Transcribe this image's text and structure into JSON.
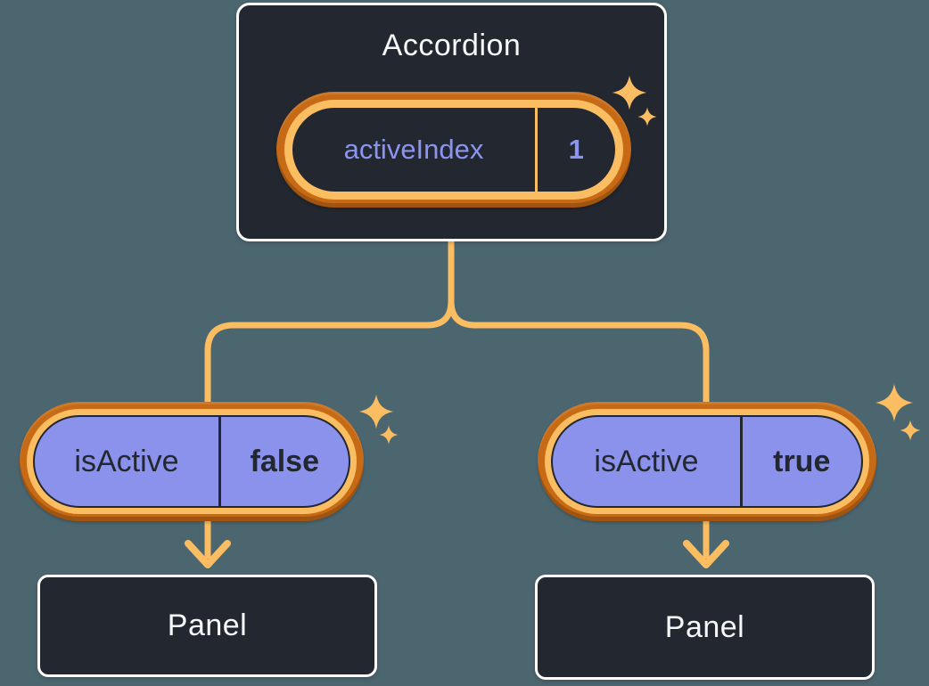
{
  "colors": {
    "bg": "#4c6670",
    "node_fill": "#23272f",
    "node_border": "#ffffff",
    "ring_outer": "#c76a15",
    "ring_inner": "#fabd62",
    "connector": "#fabd62",
    "pill_fill": "#8b92ec",
    "pill_outline": "#23272f",
    "sparkle": "#fabd62",
    "text_light": "#f6f7f9",
    "text_dark": "#23272f",
    "text_purple": "#8b94f0"
  },
  "icons": {
    "sparkle": "sparkles-icon (two four-point stars)",
    "arrow": "arrow-down-icon"
  },
  "tree": {
    "root": {
      "title": "Accordion",
      "state": {
        "name": "activeIndex",
        "value": "1"
      }
    },
    "children": [
      {
        "prop": {
          "name": "isActive",
          "value": "false"
        },
        "panel": {
          "label": "Panel"
        }
      },
      {
        "prop": {
          "name": "isActive",
          "value": "true"
        },
        "panel": {
          "label": "Panel"
        }
      }
    ]
  }
}
